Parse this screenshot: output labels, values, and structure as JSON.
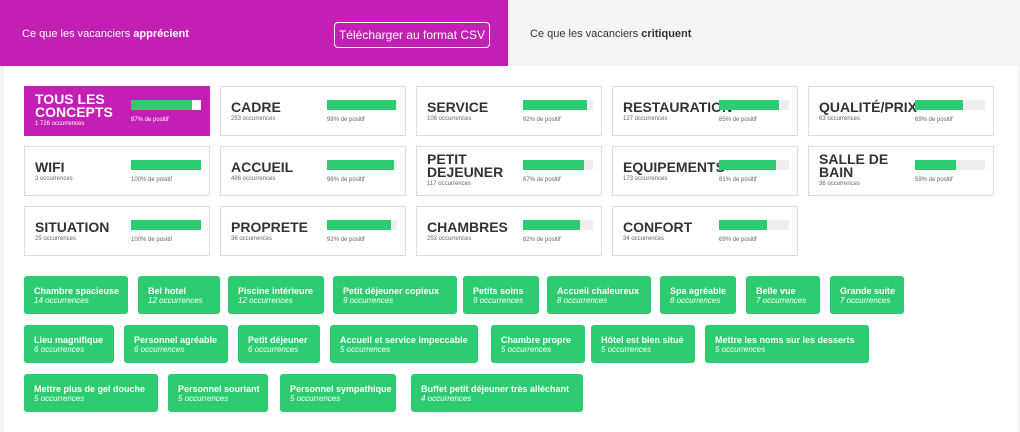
{
  "tabs": {
    "positive": {
      "prefix": "Ce que les vacanciers",
      "bold": "apprécient"
    },
    "negative": {
      "prefix": "Ce que les vacanciers",
      "bold": "critiquent"
    },
    "csv_button": "Télécharger au format CSV"
  },
  "colors": {
    "brand": "#c41fb5",
    "positive_bar": "#2ecc71",
    "tag": "#2ecc71"
  },
  "concepts": [
    {
      "name": "TOUS LES CONCEPTS",
      "occurrences": "1 726 occurrences",
      "percent_label": "87% de positif",
      "percent": 87,
      "active": true
    },
    {
      "name": "CADRE",
      "occurrences": "253 occurrences",
      "percent_label": "98% de positif",
      "percent": 98
    },
    {
      "name": "SERVICE",
      "occurrences": "106 occurrences",
      "percent_label": "92% de positif",
      "percent": 92
    },
    {
      "name": "RESTAURATION",
      "occurrences": "127 occurrences",
      "percent_label": "85% de positif",
      "percent": 85
    },
    {
      "name": "QUALITÉ/PRIX",
      "occurrences": "63 occurrences",
      "percent_label": "69% de positif",
      "percent": 69
    },
    {
      "name": "WIFI",
      "occurrences": "3 occurrences",
      "percent_label": "100% de positif",
      "percent": 100
    },
    {
      "name": "ACCUEIL",
      "occurrences": "486 occurrences",
      "percent_label": "96% de positif",
      "percent": 96
    },
    {
      "name": "PETIT DEJEUNER",
      "occurrences": "117 occurrences",
      "percent_label": "87% de positif",
      "percent": 87
    },
    {
      "name": "EQUIPEMENTS",
      "occurrences": "173 occurrences",
      "percent_label": "81% de positif",
      "percent": 81
    },
    {
      "name": "SALLE DE BAIN",
      "occurrences": "36 occurrences",
      "percent_label": "59% de positif",
      "percent": 59
    },
    {
      "name": "SITUATION",
      "occurrences": "25 occurrences",
      "percent_label": "100% de positif",
      "percent": 100
    },
    {
      "name": "PROPRETE",
      "occurrences": "36 occurrences",
      "percent_label": "92% de positif",
      "percent": 92
    },
    {
      "name": "CHAMBRES",
      "occurrences": "253 occurrences",
      "percent_label": "82% de positif",
      "percent": 82
    },
    {
      "name": "CONFORT",
      "occurrences": "34 occurrences",
      "percent_label": "69% de positif",
      "percent": 69
    }
  ],
  "tags": [
    {
      "name": "Chambre spacieuse",
      "occurrences": "14 occurrences"
    },
    {
      "name": "Bel hotel",
      "occurrences": "12 occurrences"
    },
    {
      "name": "Piscine intérieure",
      "occurrences": "12 occurrences"
    },
    {
      "name": "Petit déjeuner copieux",
      "occurrences": "9 occurrences"
    },
    {
      "name": "Petits soins",
      "occurrences": "9 occurrences"
    },
    {
      "name": "Accueil chaleureux",
      "occurrences": "8 occurrences"
    },
    {
      "name": "Spa agréable",
      "occurrences": "8 occurrences"
    },
    {
      "name": "Belle vue",
      "occurrences": "7 occurrences"
    },
    {
      "name": "Grande suite",
      "occurrences": "7 occurrences"
    },
    {
      "name": "Lieu magnifique",
      "occurrences": "6 occurrences"
    },
    {
      "name": "Personnel agréable",
      "occurrences": "6 occurrences"
    },
    {
      "name": "Petit déjeuner",
      "occurrences": "6 occurrences"
    },
    {
      "name": "Accueil et service impeccable",
      "occurrences": "5 occurrences"
    },
    {
      "name": "Chambre propre",
      "occurrences": "5 occurrences"
    },
    {
      "name": "Hôtel est bien situé",
      "occurrences": "5 occurrences"
    },
    {
      "name": "Mettre les noms sur les desserts",
      "occurrences": "5 occurrences"
    },
    {
      "name": "Mettre plus de gel douche",
      "occurrences": "5 occurrences"
    },
    {
      "name": "Personnel souriant",
      "occurrences": "5 occurrences"
    },
    {
      "name": "Personnel sympathique",
      "occurrences": "5 occurrences"
    },
    {
      "name": "Buffet petit déjeuner très alléchant",
      "occurrences": "4 occurrences"
    }
  ]
}
